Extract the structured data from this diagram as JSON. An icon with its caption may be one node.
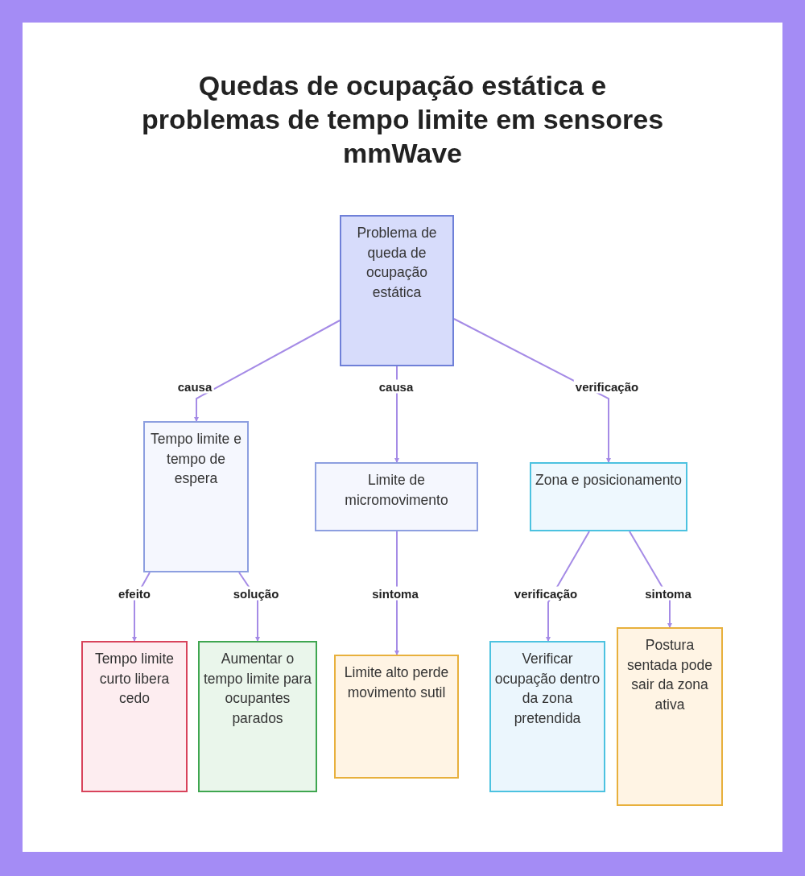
{
  "diagram": {
    "title": "Quedas de ocupação estática e problemas de tempo limite em sensores mmWave",
    "nodes": [
      {
        "text": [
          "Problema de queda de ocupação estática"
        ]
      },
      {
        "text": [
          "Tempo limite e tempo de espera"
        ]
      },
      {
        "text": [
          "Limite de micromovimento"
        ]
      },
      {
        "text": [
          "Zona e posicionamento"
        ]
      },
      {
        "text": [
          "Tempo limite curto libera cedo"
        ]
      },
      {
        "text": [
          "Aumentar o tempo limite para ocupantes parados"
        ]
      },
      {
        "text": [
          "Limite alto perde movimento sutil"
        ]
      },
      {
        "text": [
          "Verificar ocupação dentro da zona pretendida"
        ]
      },
      {
        "text": [
          "Postura sentada pode sair da zona ativa"
        ]
      }
    ],
    "edges": [
      {
        "from": 0,
        "to": 1,
        "arrow": "to",
        "label": "causa"
      },
      {
        "from": 0,
        "to": 2,
        "arrow": "to",
        "label": "causa"
      },
      {
        "from": 0,
        "to": 3,
        "arrow": "to",
        "label": "verificação"
      },
      {
        "from": 1,
        "to": 4,
        "arrow": "to",
        "label": "efeito"
      },
      {
        "from": 1,
        "to": 5,
        "arrow": "to",
        "label": "solução"
      },
      {
        "from": 2,
        "to": 6,
        "arrow": "to",
        "label": "sintoma"
      },
      {
        "from": 3,
        "to": 7,
        "arrow": "to",
        "label": "verificação"
      },
      {
        "from": 3,
        "to": 8,
        "arrow": "to",
        "label": "sintoma"
      }
    ]
  }
}
